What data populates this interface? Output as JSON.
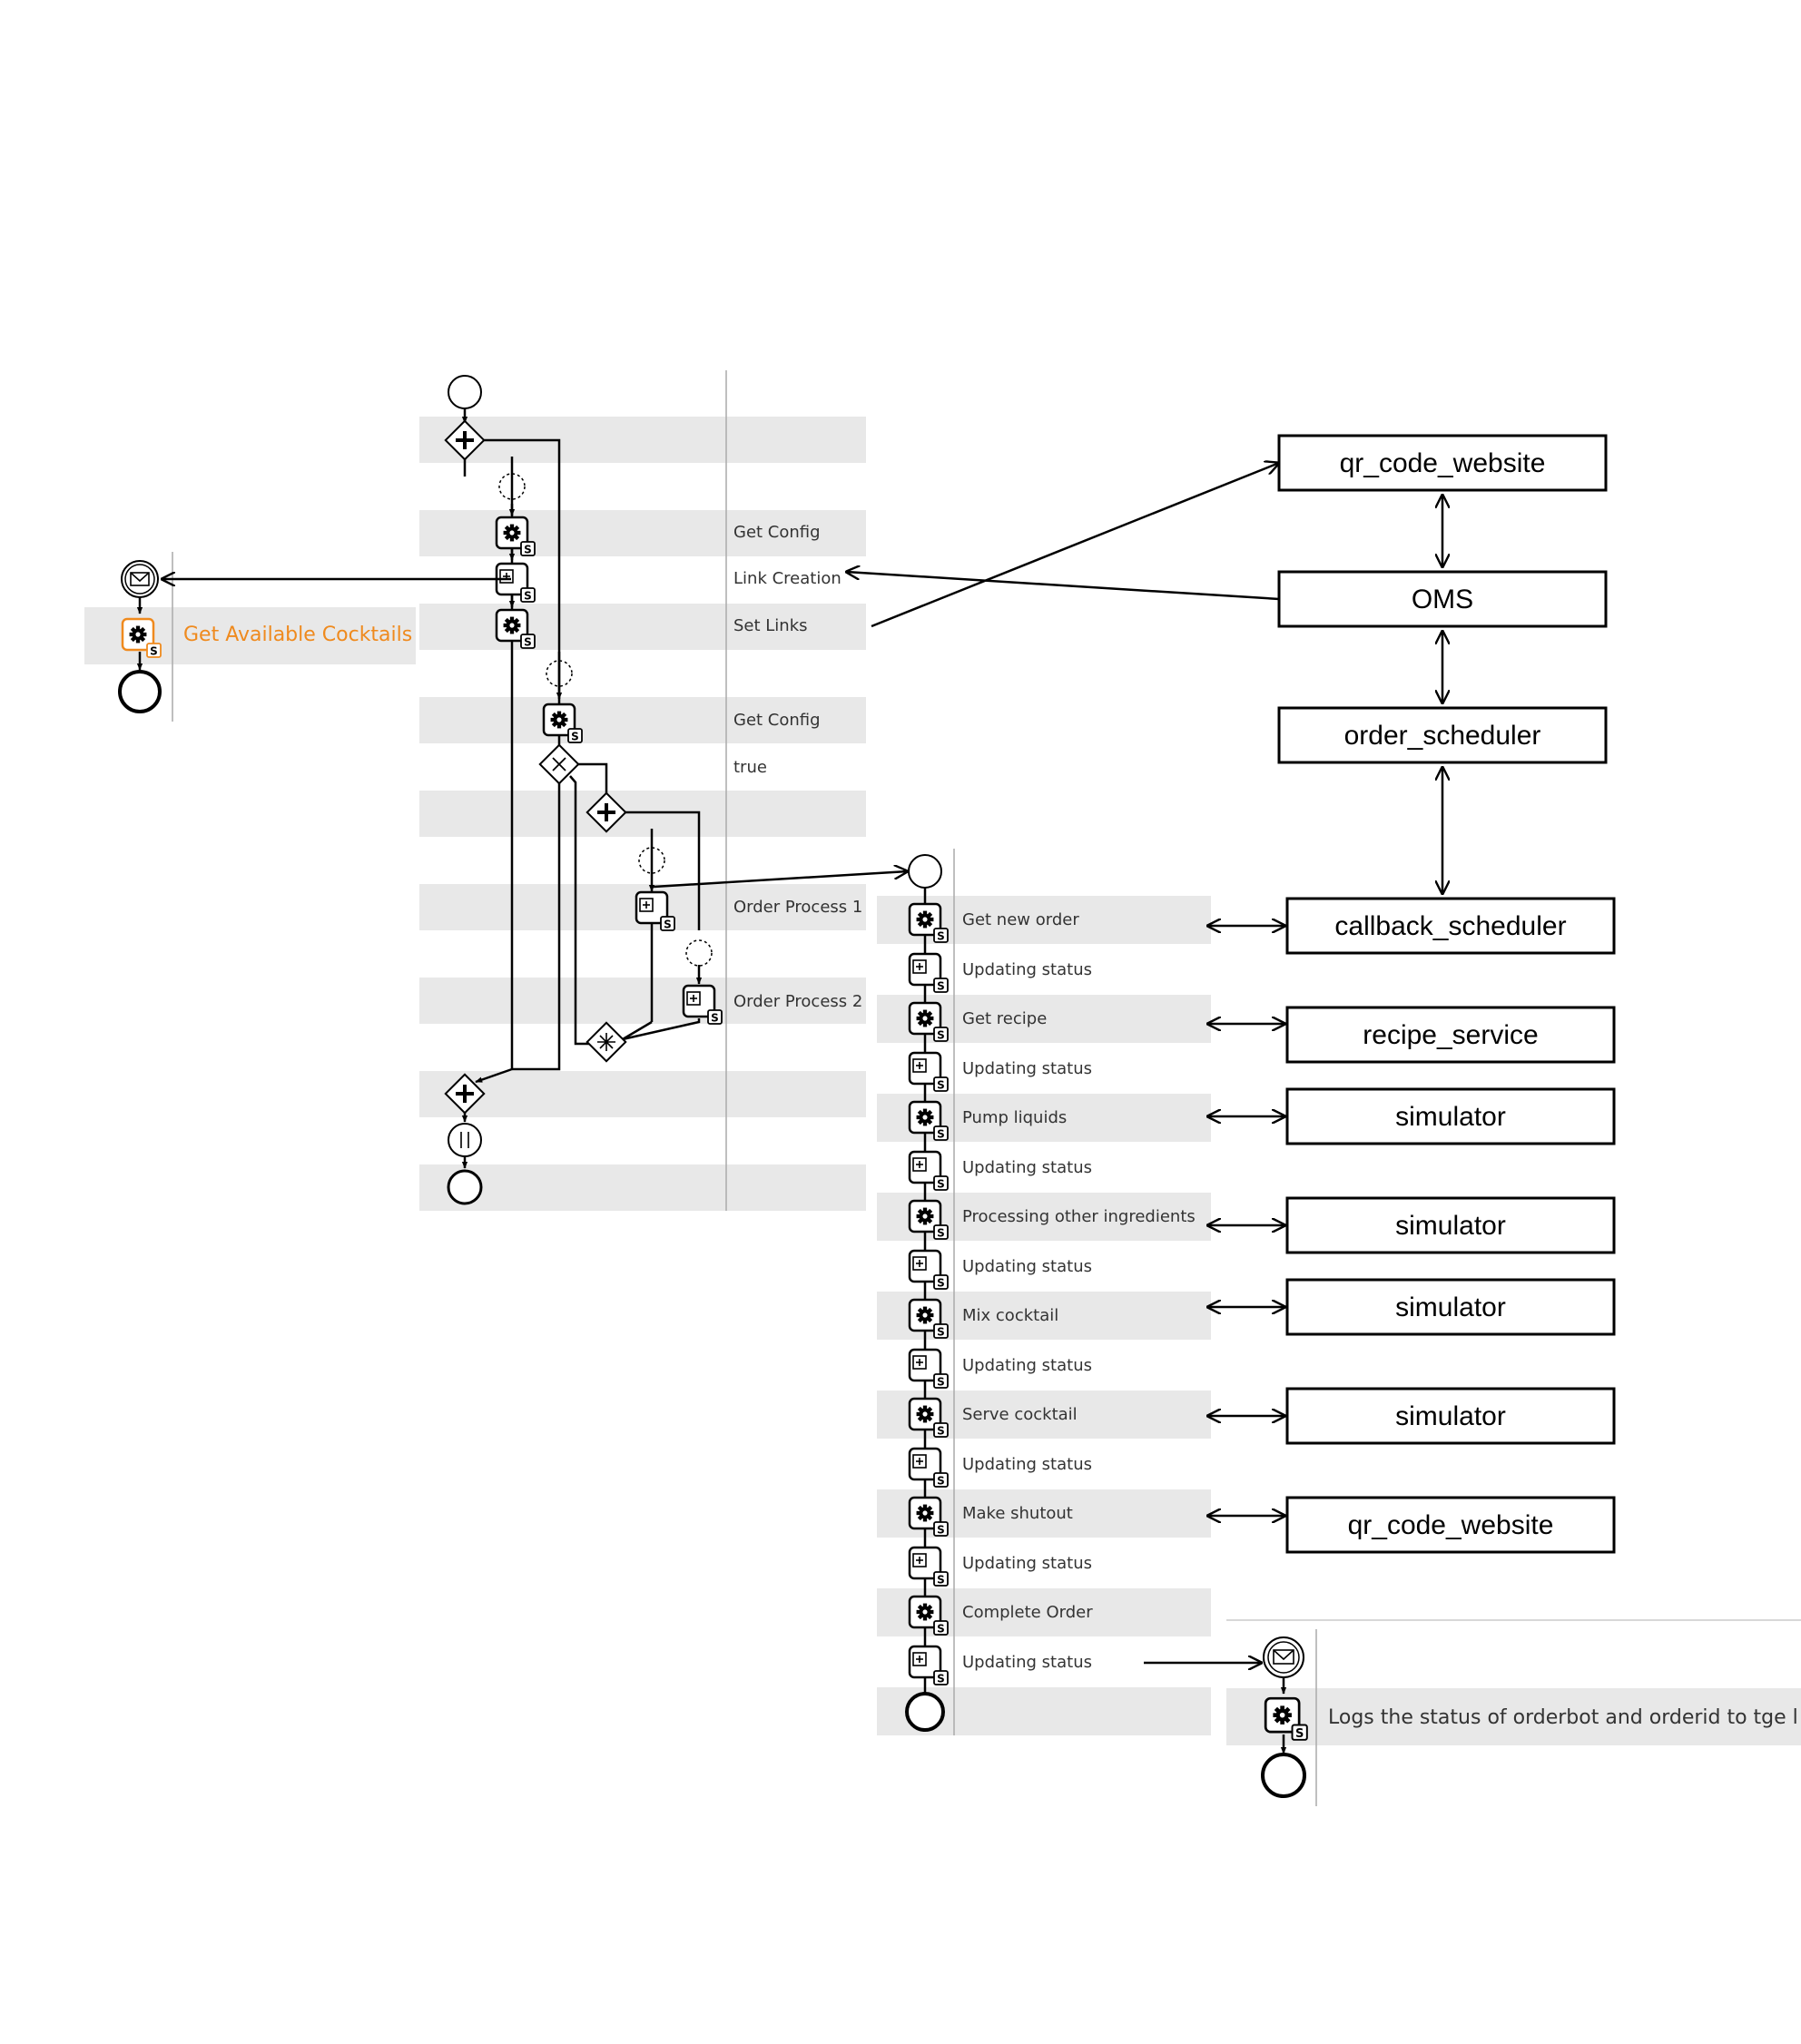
{
  "colors": {
    "band": "#e8e8e8",
    "line": "#000000",
    "accent": "#ef8a1e",
    "text": "#333333"
  },
  "left_process": {
    "task_label": "Get Available Cocktails"
  },
  "main_process": {
    "labels": {
      "get_config_1": "Get Config",
      "link_creation": "Link Creation",
      "set_links": "Set Links",
      "get_config_2": "Get Config",
      "true_branch": "true",
      "order_process_1": "Order Process 1",
      "order_process_2": "Order Process 2"
    }
  },
  "order_process": {
    "steps": [
      "Get new order",
      "Updating status",
      "Get recipe",
      "Updating status",
      "Pump liquids",
      "Updating status",
      "Processing other ingredients",
      "Updating status",
      "Mix cocktail",
      "Updating status",
      "Serve cocktail",
      "Updating status",
      "Make shutout",
      "Updating status",
      "Complete Order",
      "Updating status"
    ]
  },
  "log_process": {
    "task_label": "Logs the status of orderbot and orderid to tge l"
  },
  "services": {
    "qr_code_website_top": "qr_code_website",
    "oms": "OMS",
    "order_scheduler": "order_scheduler",
    "callback_scheduler": "callback_scheduler",
    "recipe_service": "recipe_service",
    "simulator_1": "simulator",
    "simulator_2": "simulator",
    "simulator_3": "simulator",
    "simulator_4": "simulator",
    "qr_code_website_bottom": "qr_code_website"
  }
}
